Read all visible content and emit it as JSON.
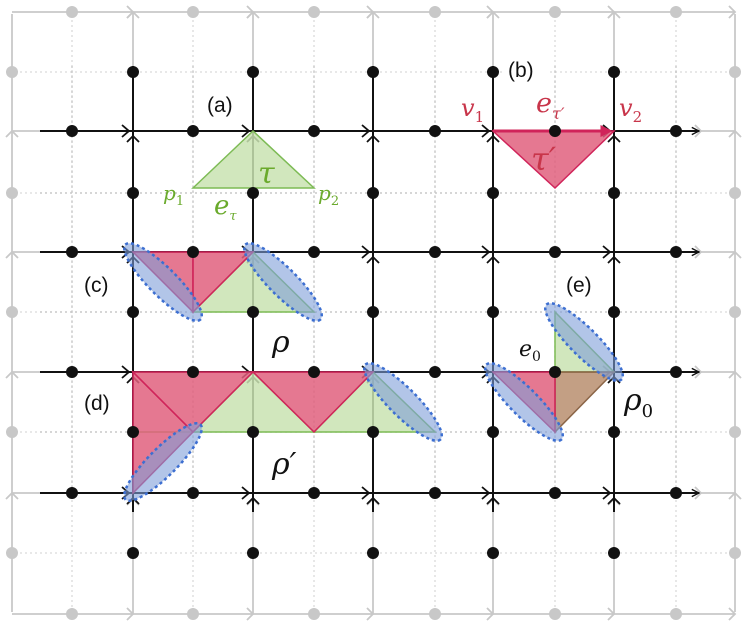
{
  "panel_labels": {
    "a": "(a)",
    "b": "(b)",
    "c": "(c)",
    "d": "(d)",
    "e": "(e)"
  },
  "symbols": {
    "tau": {
      "main": "τ"
    },
    "tau_prime": {
      "main": "τ′"
    },
    "e_tau": {
      "main": "e",
      "sub": "τ"
    },
    "e_tau_prime": {
      "main": "e",
      "sub": "τ′"
    },
    "p1": {
      "main": "p",
      "sub": "1"
    },
    "p2": {
      "main": "p",
      "sub": "2"
    },
    "v1": {
      "main": "v",
      "sub": "1"
    },
    "v2": {
      "main": "v",
      "sub": "2"
    },
    "rho": {
      "main": "ρ"
    },
    "rho_prime": {
      "main": "ρ′"
    },
    "rho0": {
      "main": "ρ",
      "sub": "0"
    },
    "e0": {
      "main": "e",
      "sub": "0"
    }
  },
  "colors": {
    "lattice_black": "#111111",
    "lattice_gray": "#c8c8c8",
    "green_fill": "#c9e3b2",
    "green_edge": "#7dbb55",
    "green_text": "#6aaa2c",
    "red_fill": "#e0607e",
    "red_edge": "#d0245a",
    "red_text": "#c8354a",
    "blue_fill": "#7f9fd8",
    "blue_edge": "#3d6fd1"
  }
}
